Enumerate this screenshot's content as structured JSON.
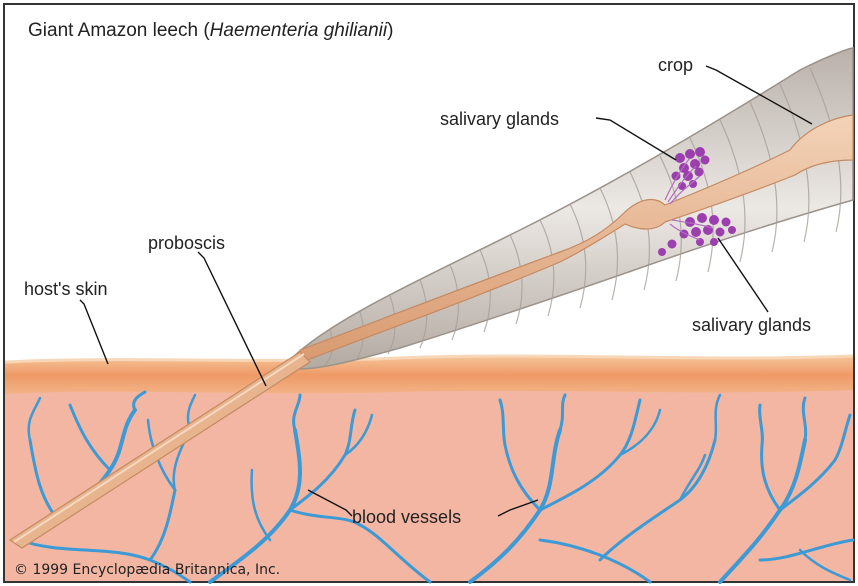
{
  "title": {
    "common_name": "Giant Amazon leech (",
    "scientific_name": "Haementeria ghilianii",
    "close": ")"
  },
  "labels": {
    "crop": "crop",
    "salivary_glands_upper": "salivary glands",
    "proboscis": "proboscis",
    "hosts_skin": "host's skin",
    "salivary_glands_lower": "salivary glands",
    "blood_vessels": "blood vessels"
  },
  "copyright": "© 1999 Encyclopædia Britannica, Inc.",
  "colors": {
    "tissue": "#f2b6a2",
    "skin_band": "#f0a070",
    "vessel": "#3c9ad6",
    "leech_body": "#cfc8c2",
    "glands": "#9b3fae",
    "proboscis": "#e8b48e"
  }
}
